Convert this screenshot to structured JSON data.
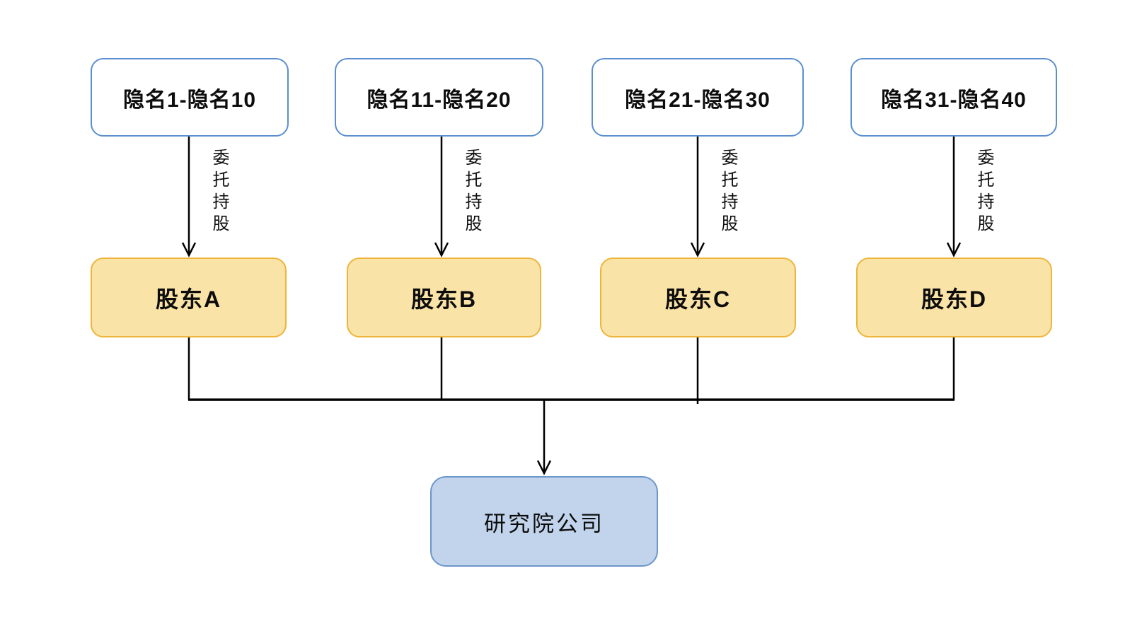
{
  "diagram": {
    "columns": [
      {
        "principal": "隐名1-隐名10",
        "shareholder": "股东A"
      },
      {
        "principal": "隐名11-隐名20",
        "shareholder": "股东B"
      },
      {
        "principal": "隐名21-隐名30",
        "shareholder": "股东C"
      },
      {
        "principal": "隐名31-隐名40",
        "shareholder": "股东D"
      }
    ],
    "edge_label": "委托持股",
    "company": "研究院公司",
    "colors": {
      "top_box_fill": "#ffffff",
      "top_box_border": "#5b8fd0",
      "shareholder_fill": "#fae3a7",
      "shareholder_border": "#edb53c",
      "company_fill": "#c1d4ec",
      "company_border": "#6d96cb",
      "connector": "#000000"
    }
  }
}
